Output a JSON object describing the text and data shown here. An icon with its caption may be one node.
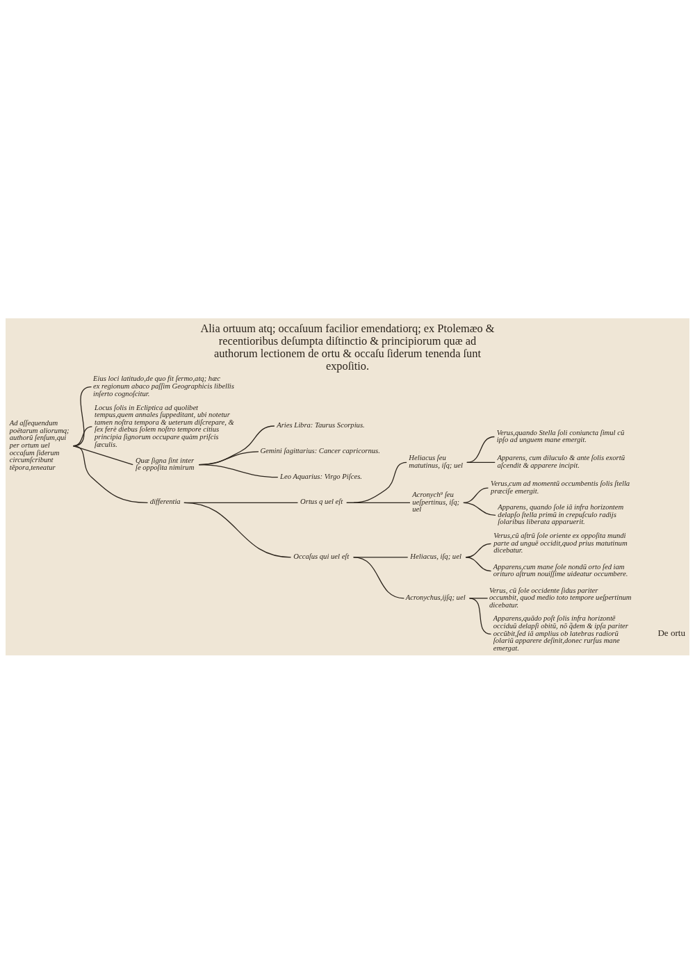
{
  "diagram": {
    "title": "Alia ortuum atq; occaſuum facilior emendatiorq; ex Ptolemæo & recentioribus deſumpta diſtinctio & principiorum quæ ad authorum lectionem de ortu & occaſu ſiderum tenenda ſunt expoſitio.",
    "nodes": [
      {
        "text": [
          "Ad aſſequendum poëtarum aliorumq; authorũ ſenſum,qui per ortum uel occaſum ſiderum circumſcribunt tẽpora,teneatur"
        ]
      },
      {
        "text": [
          "Eius loci latitudo,de quo fit ſermo,atq; hæc ex regionum abaco paſſim Geographicis libellis inſerto cognoſcitur."
        ]
      },
      {
        "text": [
          "Locus ſolis in Ecliptica ad quolibet tempus,quem annales ſuppeditant, ubi notetur tamen noſtra tempora & ueterum diſcrepare, & ſex ferè diebus ſolem noſtro tempore citius principia ſignorum occupare quàm priſcis ſæculis."
        ]
      },
      {
        "text": [
          "Quæ ſigna ſint inter ſe oppoſita nimirum"
        ]
      },
      {
        "text": [
          "Aries Libra: Taurus Scorpius."
        ]
      },
      {
        "text": [
          "Gemini ſagittarius: Cancer capricornus."
        ]
      },
      {
        "text": [
          "Leo Aquarius: Virgo Piſces."
        ]
      },
      {
        "text": [
          "differentia"
        ]
      },
      {
        "text": [
          "Ortus q uel eſt"
        ]
      },
      {
        "text": [
          "Heliacus ſeu matutinus, iſq; uel"
        ]
      },
      {
        "text": [
          "Verus,quando Stella ſoli coniuncta ſimul cũ ipſo ad unguem mane emergit."
        ]
      },
      {
        "text": [
          "Apparens, cum diluculo & ante ſolis exortũ aſcendit & apparere incipit."
        ]
      },
      {
        "text": [
          "Acronych⁹ ſeu ueſpertinus, iſq; uel"
        ]
      },
      {
        "text": [
          "Verus,cum ad momentũ occumbentis ſolis ſtella præciſe emergit."
        ]
      },
      {
        "text": [
          "Apparens, quando ſole iã infra horizontem delapſo ſtella primũ in crepuſculo radijs ſolaribus liberata apparuerit."
        ]
      },
      {
        "text": [
          "Occaſus qui uel eſt"
        ]
      },
      {
        "text": [
          "Heliacus, iſq; uel"
        ]
      },
      {
        "text": [
          "Verus,cũ aſtrũ ſole oriente ex oppoſita mundi parte ad unguẽ occidit,quod prius matutinum dicebatur."
        ]
      },
      {
        "text": [
          "Apparens,cum mane ſole nondũ orto ſed iam orituro aſtrum nouiſſime uideatur occumbere."
        ]
      },
      {
        "text": [
          "Acronychus,ijſq; uel"
        ]
      },
      {
        "text": [
          "Verus, cũ ſole occidente ſidus pariter occumbit, quod medio toto tempore ueſpertinum dicebatur."
        ]
      },
      {
        "text": [
          "Apparens,quãdo poſt ſolis infra horizontẽ occiduũ delapſi obitũ, nõ q̃dem & ipſa pariter occũbit,ſed iã amplius ob latebras radiorũ ſolariũ apparere deſinit,donec rurſus mane emergat."
        ]
      }
    ],
    "edges": [
      {
        "from": 0,
        "to": 1,
        "arrow": "none"
      },
      {
        "from": 0,
        "to": 2,
        "arrow": "none"
      },
      {
        "from": 0,
        "to": 3,
        "arrow": "none"
      },
      {
        "from": 0,
        "to": 7,
        "arrow": "none"
      },
      {
        "from": 3,
        "to": 4,
        "arrow": "none"
      },
      {
        "from": 3,
        "to": 5,
        "arrow": "none"
      },
      {
        "from": 3,
        "to": 6,
        "arrow": "none"
      },
      {
        "from": 7,
        "to": 8,
        "arrow": "none"
      },
      {
        "from": 7,
        "to": 15,
        "arrow": "none"
      },
      {
        "from": 8,
        "to": 9,
        "arrow": "none"
      },
      {
        "from": 8,
        "to": 12,
        "arrow": "none"
      },
      {
        "from": 9,
        "to": 10,
        "arrow": "none"
      },
      {
        "from": 9,
        "to": 11,
        "arrow": "none"
      },
      {
        "from": 12,
        "to": 13,
        "arrow": "none"
      },
      {
        "from": 12,
        "to": 14,
        "arrow": "none"
      },
      {
        "from": 15,
        "to": 16,
        "arrow": "none"
      },
      {
        "from": 15,
        "to": 19,
        "arrow": "none"
      },
      {
        "from": 16,
        "to": 17,
        "arrow": "none"
      },
      {
        "from": 16,
        "to": 18,
        "arrow": "none"
      },
      {
        "from": 19,
        "to": 20,
        "arrow": "none"
      },
      {
        "from": 19,
        "to": 21,
        "arrow": "none"
      }
    ],
    "labels": [
      "De ortu"
    ]
  }
}
